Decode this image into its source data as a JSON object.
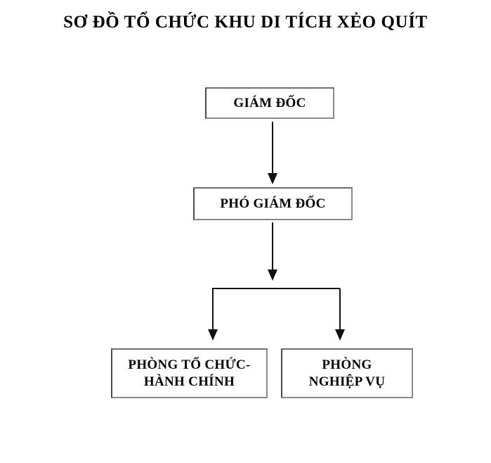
{
  "title": "SƠ ĐỒ TỔ CHỨC KHU DI TÍCH XẺO QUÍT",
  "diagram": {
    "type": "org-chart",
    "orientation": "top-down",
    "background_color": "#ffffff",
    "text_color": "#000000",
    "connector_color": "#111111",
    "box_border_color": "#6e6e6e",
    "nodes": [
      {
        "id": "director",
        "label": "GIÁM ĐỐC",
        "level": 1
      },
      {
        "id": "deputy",
        "label": "PHÓ GIÁM ĐỐC",
        "level": 2
      },
      {
        "id": "admin",
        "label": "PHÒNG TỔ CHỨC-\nHÀNH CHÍNH",
        "level": 3
      },
      {
        "id": "operations",
        "label": "PHÒNG\nNGHIỆP VỤ",
        "level": 3
      }
    ],
    "edges": [
      {
        "from": "director",
        "to": "deputy",
        "style": "straight-arrow"
      },
      {
        "from": "deputy",
        "to": "admin",
        "style": "elbow-arrow"
      },
      {
        "from": "deputy",
        "to": "operations",
        "style": "elbow-arrow"
      }
    ]
  }
}
